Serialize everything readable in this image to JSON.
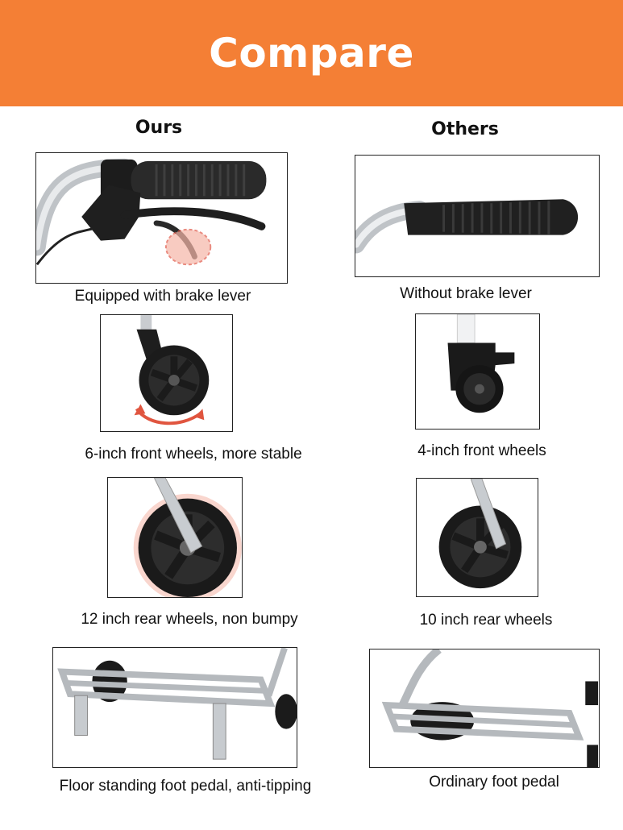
{
  "banner": {
    "title": "Compare",
    "color": "#f47f35"
  },
  "columns": {
    "ours": "Ours",
    "others": "Others"
  },
  "rows": [
    {
      "ours_caption": "Equipped with brake lever",
      "others_caption": "Without brake lever"
    },
    {
      "ours_caption": "6-inch front wheels, more stable",
      "others_caption": "4-inch front wheels"
    },
    {
      "ours_caption": "12 inch rear wheels, non bumpy",
      "others_caption": "10 inch rear wheels"
    },
    {
      "ours_caption": "Floor standing foot pedal, anti-tipping",
      "others_caption": "Ordinary foot pedal"
    }
  ]
}
